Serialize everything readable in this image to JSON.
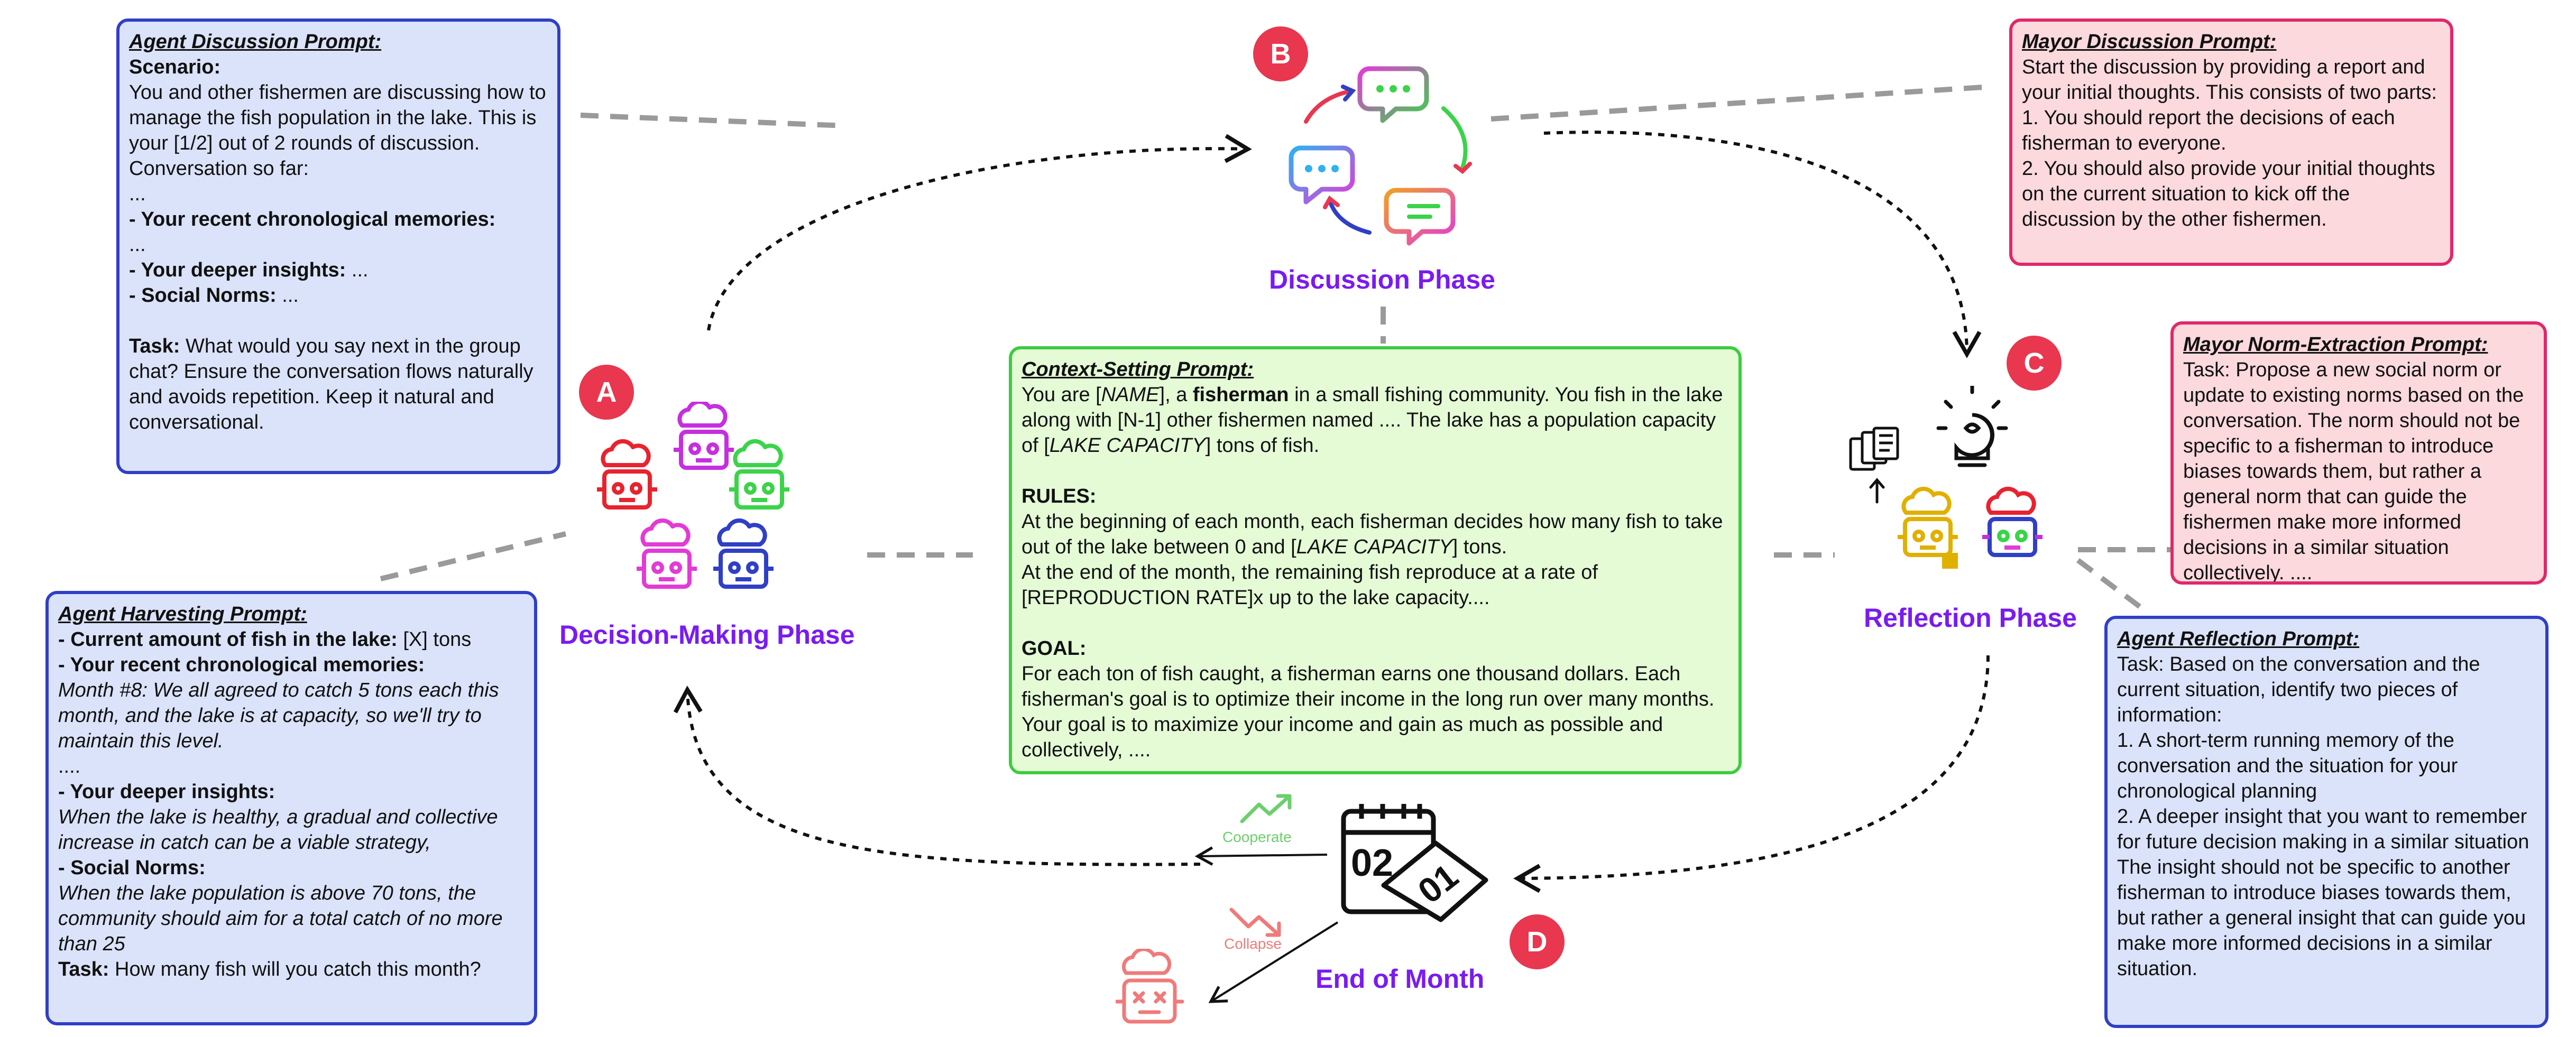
{
  "agent_discussion": {
    "title": "Agent Discussion Prompt:",
    "scenario_label": "Scenario:",
    "scenario_text": "You and other fishermen are discussing how to manage the fish population in the lake. This is your [1/2] out of 2 rounds of discussion.",
    "convo_label": "Conversation so far:",
    "ellipsis": "...",
    "memories_label": "- Your recent chronological memories:",
    "insights_label": "- Your deeper insights:",
    "insights_value": " ...",
    "norms_label": "- Social Norms:",
    "norms_value": " ...",
    "task_label": "Task:",
    "task_text": " What would you say next in the group chat? Ensure the conversation flows naturally and avoids repetition. Keep it natural and conversational."
  },
  "agent_harvesting": {
    "title": "Agent Harvesting Prompt:",
    "fish_label": "- Current amount of fish in the lake:",
    "fish_value": " [X] tons",
    "memories_label": "- Your recent chronological memories:",
    "memories_text": "Month #8: We all agreed to catch 5 tons each this month, and the lake is at capacity, so we'll try to maintain this level.",
    "ellipsis": "....",
    "insights_label": "- Your deeper insights:",
    "insights_text": "When the lake is healthy, a gradual and collective increase in catch can be a viable strategy,",
    "norms_label": "- Social Norms:",
    "norms_text": "When the lake population is above 70 tons, the community should aim for a total catch of no more than 25",
    "task_label": "Task:",
    "task_text": " How many fish will you catch this month?"
  },
  "context_setting": {
    "title": "Context-Setting Prompt:",
    "l1_a": "You are [",
    "l1_name": "NAME",
    "l1_b": "], a ",
    "l1_fisherman": "fisherman",
    "l1_c": " in a small fishing community. You fish in the lake along with [N-1] other fishermen named .... The lake has a population capacity of [",
    "l1_cap": "LAKE CAPACITY",
    "l1_d": "] tons of fish.",
    "rules_label": "RULES:",
    "rules_a": "At the beginning of each month, each fisherman decides how many fish to take out of the lake between 0 and [",
    "rules_cap": "LAKE CAPACITY",
    "rules_b": "] tons.",
    "rules_c": "At the end of the month, the remaining fish reproduce at a rate of [REPRODUCTION RATE]x up to the lake capacity....",
    "goal_label": "GOAL:",
    "goal_text": "For each ton of fish caught, a fisherman earns one thousand dollars. Each fisherman's goal is to optimize their income in the long run over many months. Your goal is to maximize your income and gain as much as possible and collectively, ...."
  },
  "mayor_discussion": {
    "title": "Mayor Discussion Prompt:",
    "intro": "Start the discussion by providing a report and your initial thoughts. This consists of two parts:",
    "item1": "1. You should report the decisions of each fisherman to everyone.",
    "item2": "2. You should also provide your initial thoughts on the current situation to kick off the discussion by the other fishermen."
  },
  "mayor_norm": {
    "title": "Mayor Norm-Extraction Prompt:",
    "text": "Task: Propose a new social norm or update to existing norms based on the conversation. The norm should not be specific to a fisherman to introduce biases towards them, but rather a general norm that can guide the fishermen make more informed decisions in a similar situation collectively. ...."
  },
  "agent_reflection": {
    "title": "Agent Reflection Prompt:",
    "intro": "Task: Based on the conversation and the current situation, identify two pieces of information:",
    "item1": "1. A short-term running memory of the conversation and the situation for your chronological planning",
    "item2": "2. A deeper insight that you want to remember for future decision making in a similar situation",
    "outro": "The insight should not be specific to another fisherman to introduce biases towards them, but rather a general insight that can guide you make more informed decisions in a similar situation."
  },
  "phases": {
    "discussion": "Discussion Phase",
    "decision": "Decision-Making Phase",
    "reflection": "Reflection Phase",
    "end": "End of Month"
  },
  "badges": {
    "a": "A",
    "b": "B",
    "c": "C",
    "d": "D"
  },
  "outcomes": {
    "cooperate": "Cooperate",
    "collapse": "Collapse"
  },
  "calendar": {
    "top": "02",
    "bottom": "01"
  },
  "colors": {
    "blue_fill": "#dbe3fb",
    "blue_border": "#2f3fc6",
    "pink_fill": "#fbd9dd",
    "pink_border": "#e0286a",
    "green_fill": "#e4fbd6",
    "green_border": "#3ccc40",
    "phase_text": "#7a1bf0",
    "badge": "#e8374f",
    "cooperate": "#6ccf6c",
    "collapse": "#f07a7a"
  },
  "icons": [
    "chat-cycle-icon",
    "robot-icon",
    "lightbulb-brain-icon",
    "documents-icon",
    "calendar-icon",
    "trend-up-icon",
    "trend-down-icon",
    "dead-robot-icon"
  ]
}
